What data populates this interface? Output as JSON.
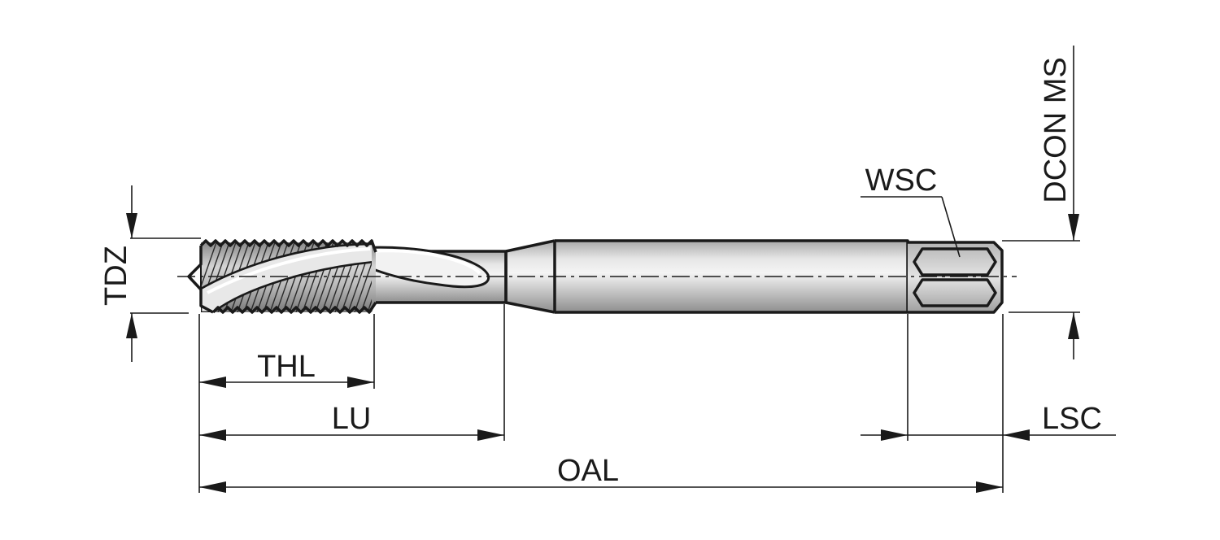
{
  "diagram": {
    "labels": {
      "tdz": "TDZ",
      "thl": "THL",
      "lu": "LU",
      "oal": "OAL",
      "wsc": "WSC",
      "dcon_ms": "DCON MS",
      "lsc": "LSC"
    },
    "colors": {
      "line": "#1a1a1a",
      "shank_fill": "#c9c9c9",
      "shank_highlight": "#ececec",
      "thread_fill": "#b0b0b0"
    }
  }
}
